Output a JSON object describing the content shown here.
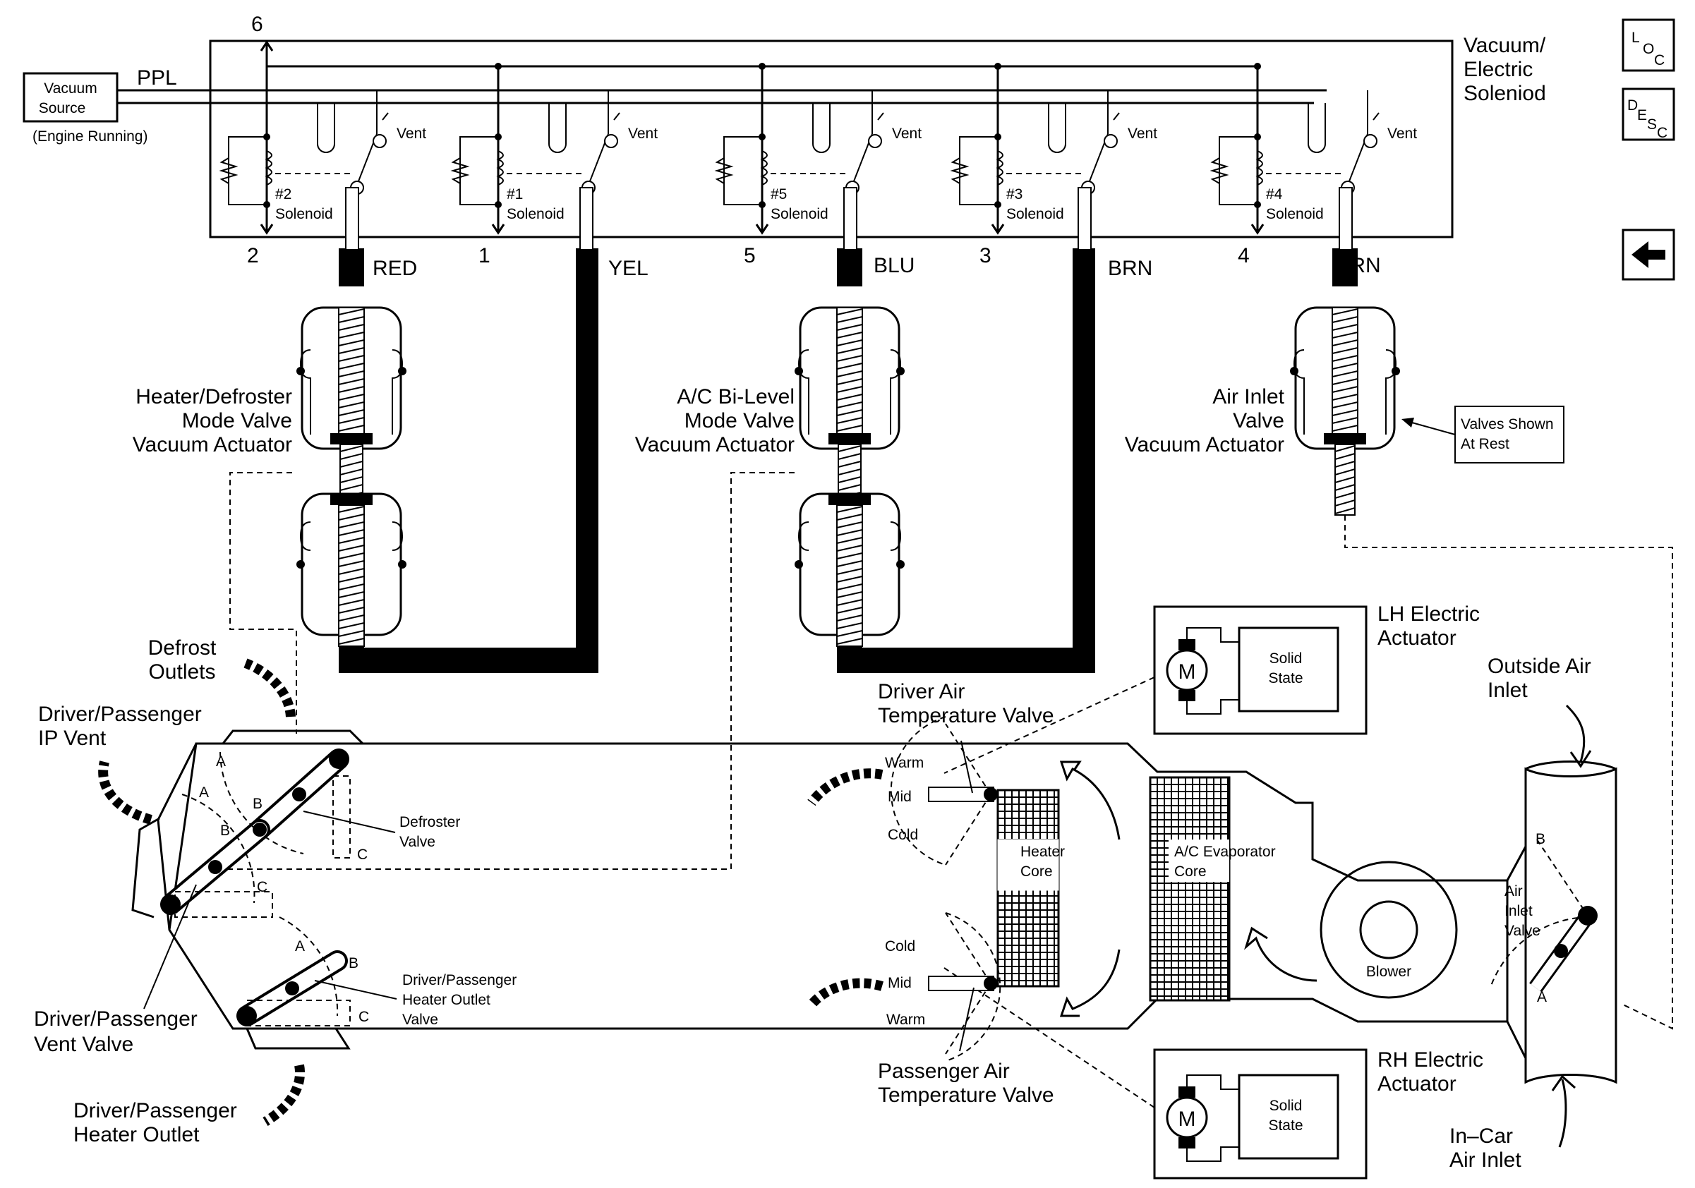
{
  "nav": {
    "loc": {
      "l": "L",
      "o": "O",
      "c": "C"
    },
    "desc": {
      "d": "D",
      "e": "E",
      "s": "S",
      "c": "C"
    },
    "back_icon": "left-arrow-icon"
  },
  "solenoid_box": {
    "title_line1": "Vacuum/",
    "title_line2": "Electric",
    "title_line3": "Soleniod",
    "pin6": "6",
    "vent": "Vent",
    "solenoid_word": "Solenoid",
    "solenoids": [
      {
        "id": "#2",
        "pin": "2",
        "hose": "RED"
      },
      {
        "id": "#1",
        "pin": "1",
        "hose": "YEL"
      },
      {
        "id": "#5",
        "pin": "5",
        "hose": "BLU"
      },
      {
        "id": "#3",
        "pin": "3",
        "hose": "BRN"
      },
      {
        "id": "#4",
        "pin": "4",
        "hose": "ORN"
      }
    ]
  },
  "vacuum_source": {
    "line1": "Vacuum",
    "line2": "Source",
    "note": "(Engine Running)",
    "line_color": "PPL"
  },
  "actuators": {
    "heater_defroster": [
      "Heater/Defroster",
      "Mode Valve",
      "Vacuum Actuator"
    ],
    "ac_bilevel": [
      "A/C Bi-Level",
      "Mode Valve",
      "Vacuum Actuator"
    ],
    "air_inlet": [
      "Air Inlet",
      "Valve",
      "Vacuum Actuator"
    ],
    "valves_note": [
      "Valves Shown",
      "At Rest"
    ]
  },
  "outlets": {
    "defrost": [
      "Defrost",
      "Outlets"
    ],
    "ip_vent": [
      "Driver/Passenger",
      "IP Vent"
    ],
    "vent_valve": [
      "Driver/Passenger",
      "Vent Valve"
    ],
    "heater_outlet": [
      "Driver/Passenger",
      "Heater Outlet"
    ],
    "defroster_valve": [
      "Defroster",
      "Valve"
    ],
    "heater_outlet_valve": [
      "Driver/Passenger",
      "Heater Outlet",
      "Valve"
    ],
    "pos_a": "A",
    "pos_b": "B",
    "pos_c": "C"
  },
  "temp_valves": {
    "driver": [
      "Driver Air",
      "Temperature Valve"
    ],
    "passenger": [
      "Passenger Air",
      "Temperature Valve"
    ],
    "warm": "Warm",
    "mid": "Mid",
    "cold": "Cold"
  },
  "cores": {
    "heater": [
      "Heater",
      "Core"
    ],
    "evaporator": [
      "A/C Evaporator",
      "Core"
    ],
    "blower": "Blower"
  },
  "electric": {
    "lh": [
      "LH Electric",
      "Actuator"
    ],
    "rh": [
      "RH Electric",
      "Actuator"
    ],
    "motor": "M",
    "solid_state": [
      "Solid",
      "State"
    ]
  },
  "inlet": {
    "outside": [
      "Outside Air",
      "Inlet"
    ],
    "incar": [
      "In–Car",
      "Air Inlet"
    ],
    "valve": [
      "Air",
      "Inlet",
      "Valve"
    ],
    "pos_a": "A",
    "pos_b": "B"
  }
}
